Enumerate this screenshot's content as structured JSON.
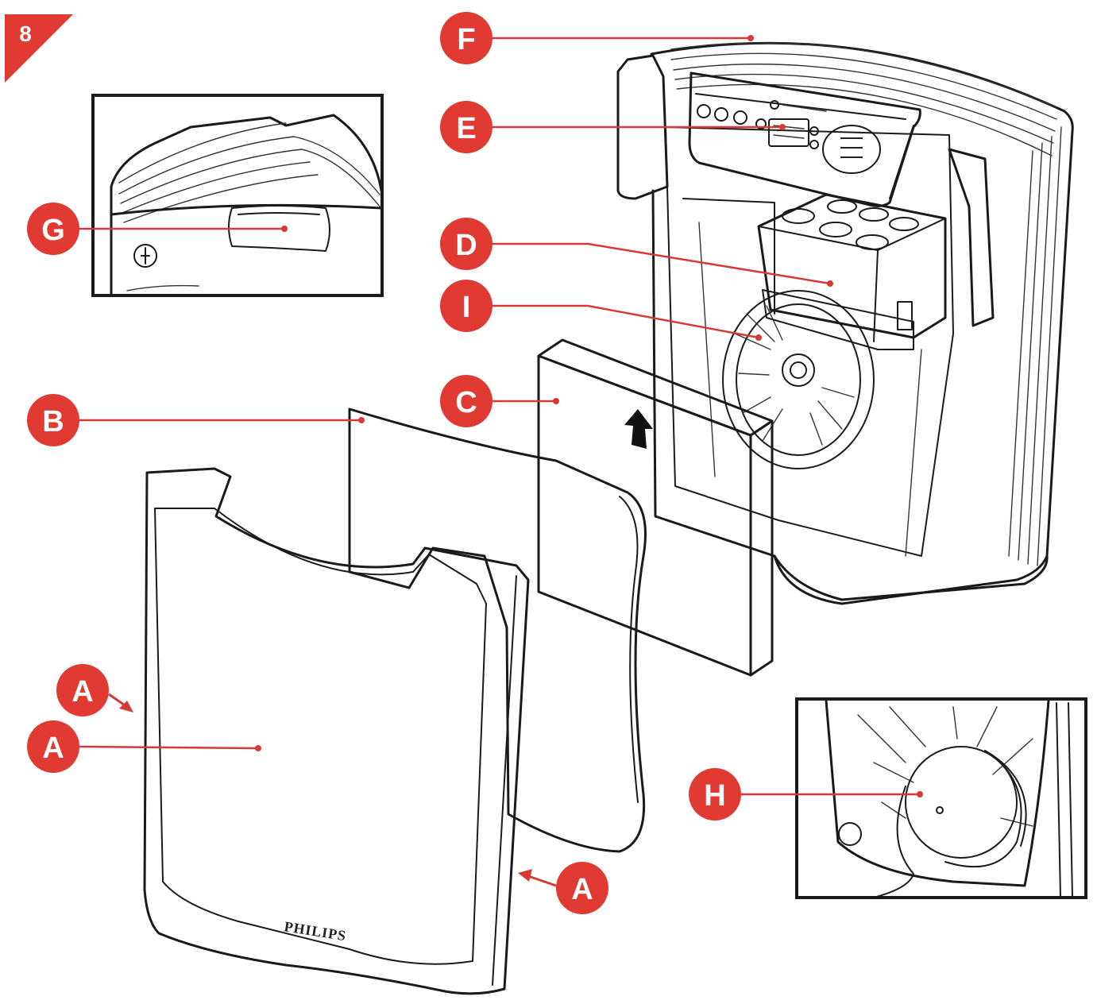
{
  "step_number": "8",
  "brand_text": "PHILIPS",
  "colors": {
    "label_red": "#e03a33",
    "line": "#1a1a1a"
  },
  "labels": {
    "a1": "A",
    "a2": "A",
    "a3": "A",
    "b": "B",
    "c": "C",
    "d": "D",
    "e": "E",
    "f": "F",
    "g": "G",
    "h": "H",
    "i": "I"
  }
}
